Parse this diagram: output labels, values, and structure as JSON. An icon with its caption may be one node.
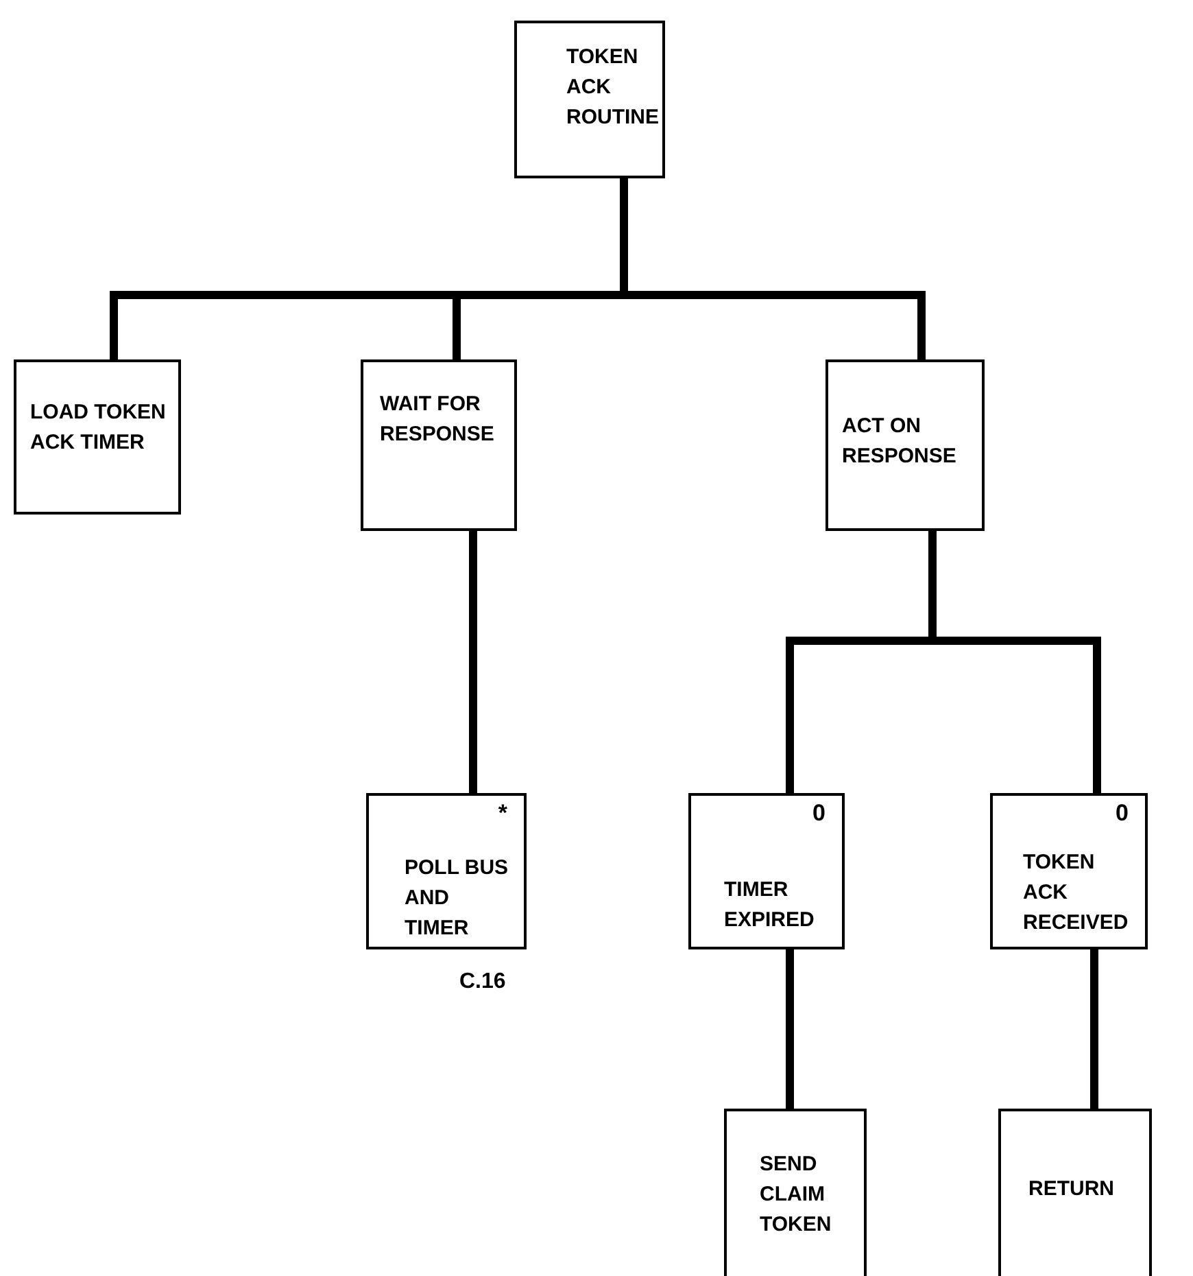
{
  "diagram": {
    "nodes": [
      {
        "text": [
          "TOKEN ACK ROUTINE"
        ]
      },
      {
        "text": [
          "LOAD TOKEN ACK TIMER"
        ]
      },
      {
        "text": [
          "WAIT FOR RESPONSE"
        ]
      },
      {
        "text": [
          "ACT ON RESPONSE"
        ]
      },
      {
        "text": [
          "*",
          "POLL BUS AND TIMER"
        ],
        "beside": [
          "C.16"
        ]
      },
      {
        "text": [
          "0",
          "TIMER EXPIRED"
        ]
      },
      {
        "text": [
          "0",
          "TOKEN ACK RECEIVED"
        ]
      },
      {
        "text": [
          "SEND CLAIM TOKEN"
        ]
      },
      {
        "text": [
          "RETURN"
        ]
      }
    ],
    "edges": [
      {
        "from": 0,
        "to": 1,
        "arrow": "none"
      },
      {
        "from": 0,
        "to": 2,
        "arrow": "none"
      },
      {
        "from": 0,
        "to": 3,
        "arrow": "none"
      },
      {
        "from": 2,
        "to": 4,
        "arrow": "none"
      },
      {
        "from": 3,
        "to": 5,
        "arrow": "none"
      },
      {
        "from": 3,
        "to": 6,
        "arrow": "none"
      },
      {
        "from": 5,
        "to": 7,
        "arrow": "none"
      },
      {
        "from": 6,
        "to": 8,
        "arrow": "none"
      }
    ]
  }
}
